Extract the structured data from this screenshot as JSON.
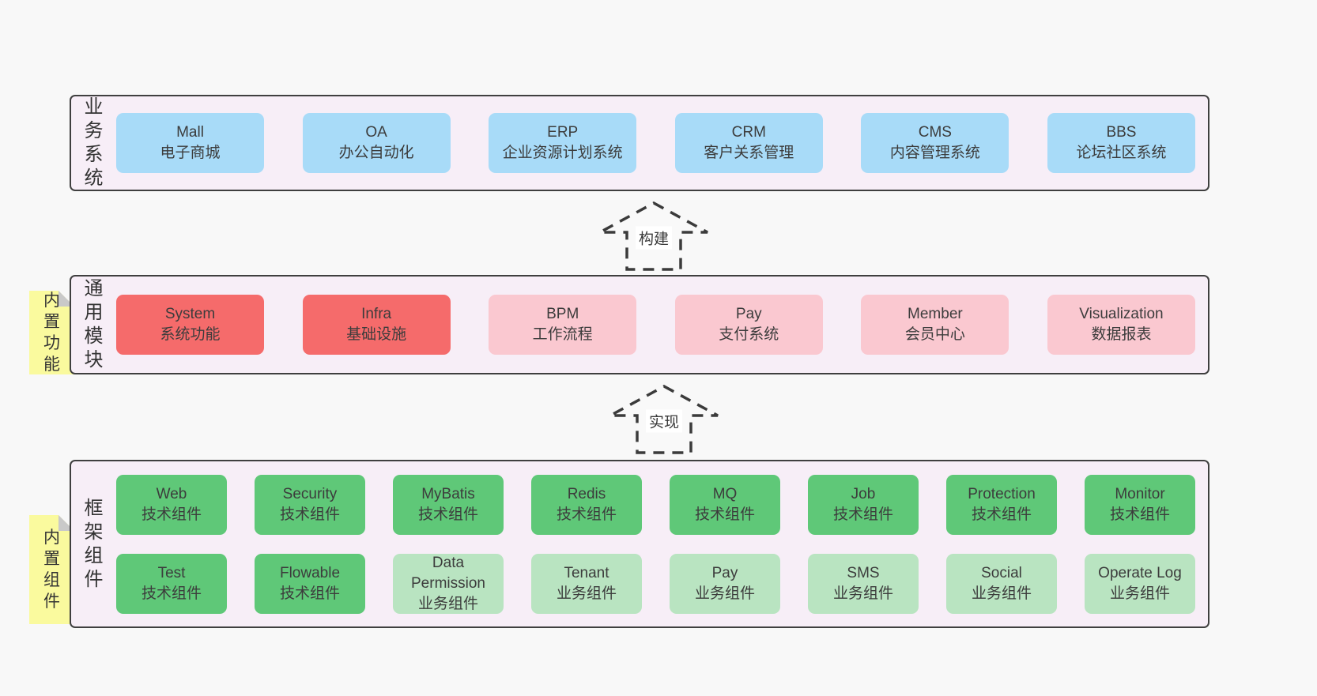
{
  "colors": {
    "page_bg": "#f8f8f8",
    "panel_bg": "#f7eef7",
    "panel_border": "#3f3f3f",
    "business_box": "#a8dbf8",
    "core_module_box": "#f56b6b",
    "optional_module_box": "#fac8d0",
    "tech_component_box": "#5fc878",
    "biz_component_box": "#b9e4c1",
    "sticky_note": "#fafa9e"
  },
  "arrows": {
    "build": "构建",
    "implement": "实现"
  },
  "sections": {
    "business": {
      "label": "业务系统",
      "boxes": [
        {
          "title": "Mall",
          "subtitle": "电子商城"
        },
        {
          "title": "OA",
          "subtitle": "办公自动化"
        },
        {
          "title": "ERP",
          "subtitle": "企业资源计划系统"
        },
        {
          "title": "CRM",
          "subtitle": "客户关系管理"
        },
        {
          "title": "CMS",
          "subtitle": "内容管理系统"
        },
        {
          "title": "BBS",
          "subtitle": "论坛社区系统"
        }
      ]
    },
    "modules": {
      "label": "通用模块",
      "note": "内置功能",
      "boxes": [
        {
          "title": "System",
          "subtitle": "系统功能"
        },
        {
          "title": "Infra",
          "subtitle": "基础设施"
        },
        {
          "title": "BPM",
          "subtitle": "工作流程"
        },
        {
          "title": "Pay",
          "subtitle": "支付系统"
        },
        {
          "title": "Member",
          "subtitle": "会员中心"
        },
        {
          "title": "Visualization",
          "subtitle": "数据报表"
        }
      ]
    },
    "framework": {
      "label": "框架组件",
      "note": "内置组件",
      "rows": [
        [
          {
            "title": "Web",
            "subtitle": "技术组件"
          },
          {
            "title": "Security",
            "subtitle": "技术组件"
          },
          {
            "title": "MyBatis",
            "subtitle": "技术组件"
          },
          {
            "title": "Redis",
            "subtitle": "技术组件"
          },
          {
            "title": "MQ",
            "subtitle": "技术组件"
          },
          {
            "title": "Job",
            "subtitle": "技术组件"
          },
          {
            "title": "Protection",
            "subtitle": "技术组件"
          },
          {
            "title": "Monitor",
            "subtitle": "技术组件"
          }
        ],
        [
          {
            "title": "Test",
            "subtitle": "技术组件"
          },
          {
            "title": "Flowable",
            "subtitle": "技术组件"
          },
          {
            "title": "Data Permission",
            "subtitle": "业务组件"
          },
          {
            "title": "Tenant",
            "subtitle": "业务组件"
          },
          {
            "title": "Pay",
            "subtitle": "业务组件"
          },
          {
            "title": "SMS",
            "subtitle": "业务组件"
          },
          {
            "title": "Social",
            "subtitle": "业务组件"
          },
          {
            "title": "Operate Log",
            "subtitle": "业务组件"
          }
        ]
      ]
    }
  }
}
